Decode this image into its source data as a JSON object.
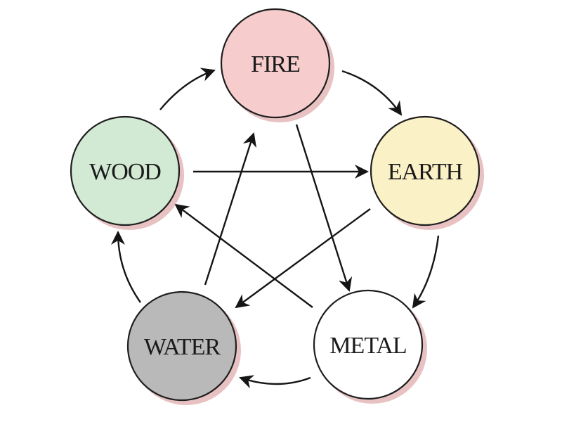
{
  "nodes": {
    "fire": {
      "label": "FIRE",
      "fill": "#f7cccd"
    },
    "earth": {
      "label": "EARTH",
      "fill": "#fbf1c6"
    },
    "metal": {
      "label": "METAL",
      "fill": "#ffffff"
    },
    "water": {
      "label": "WATER",
      "fill": "#b9b9b9"
    },
    "wood": {
      "label": "WOOD",
      "fill": "#d2e9d3"
    }
  },
  "colors": {
    "outline": "#1e1e1e",
    "shadow": "#d58f92",
    "arrow": "#151515"
  }
}
